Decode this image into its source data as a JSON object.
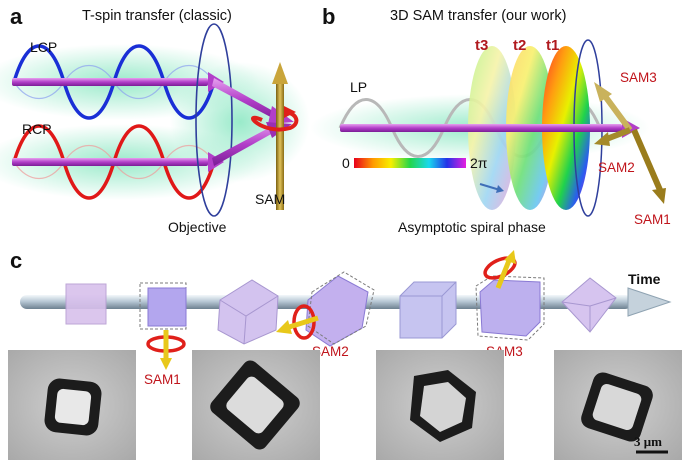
{
  "panel_a": {
    "letter": "a",
    "title": "T-spin transfer (classic)",
    "beam_top": "LCP",
    "beam_bottom": "RCP",
    "lens": "Objective",
    "result": "SAM"
  },
  "panel_b": {
    "letter": "b",
    "title": "3D SAM transfer (our work)",
    "beam": "LP",
    "phase_plates": [
      "t3",
      "t2",
      "t1"
    ],
    "colorbar_min": "0",
    "colorbar_max": "2π",
    "caption": "Asymptotic spiral phase",
    "sam_labels": [
      "SAM3",
      "SAM2",
      "SAM1"
    ]
  },
  "panel_c": {
    "letter": "c",
    "axis": "Time",
    "sam_labels": [
      "SAM1",
      "SAM2",
      "SAM3"
    ],
    "scale_bar": "3 μm"
  },
  "colors": {
    "lcp": "#1a2fd6",
    "rcp": "#e01818",
    "beam": "#c84fd8",
    "sam": "#b8961e",
    "red_text": "#c0141b"
  }
}
